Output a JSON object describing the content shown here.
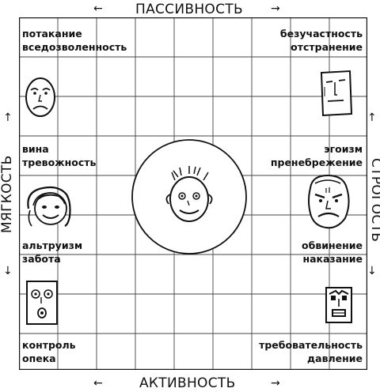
{
  "axes": {
    "top": "ПАССИВНОСТЬ",
    "bottom": "АКТИВНОСТЬ",
    "left": "МЯГКОСТЬ",
    "right": "СТРОГОСТЬ"
  },
  "labels": {
    "top_left": [
      "потакание",
      "вседозволенность"
    ],
    "top_right": [
      "безучастность",
      "отстранение"
    ],
    "mid_upper_left": [
      "вина",
      "тревожность"
    ],
    "mid_upper_right": [
      "эгоизм",
      "пренебрежение"
    ],
    "mid_lower_left": [
      "альтруизм",
      "забота"
    ],
    "mid_lower_right": [
      "обвинение",
      "наказание"
    ],
    "bottom_left": [
      "контроль",
      "опека"
    ],
    "bottom_right": [
      "требовательность",
      "давление"
    ]
  },
  "icons": {
    "center": "smiling-child-face-icon",
    "upper_left": "sad-face-icon",
    "upper_right": "indifferent-square-face-icon",
    "left": "smiling-woman-face-icon",
    "right": "angry-face-icon",
    "lower_left": "anxious-face-icon",
    "lower_right": "stern-face-icon",
    "arrows": "arrow-icon"
  }
}
